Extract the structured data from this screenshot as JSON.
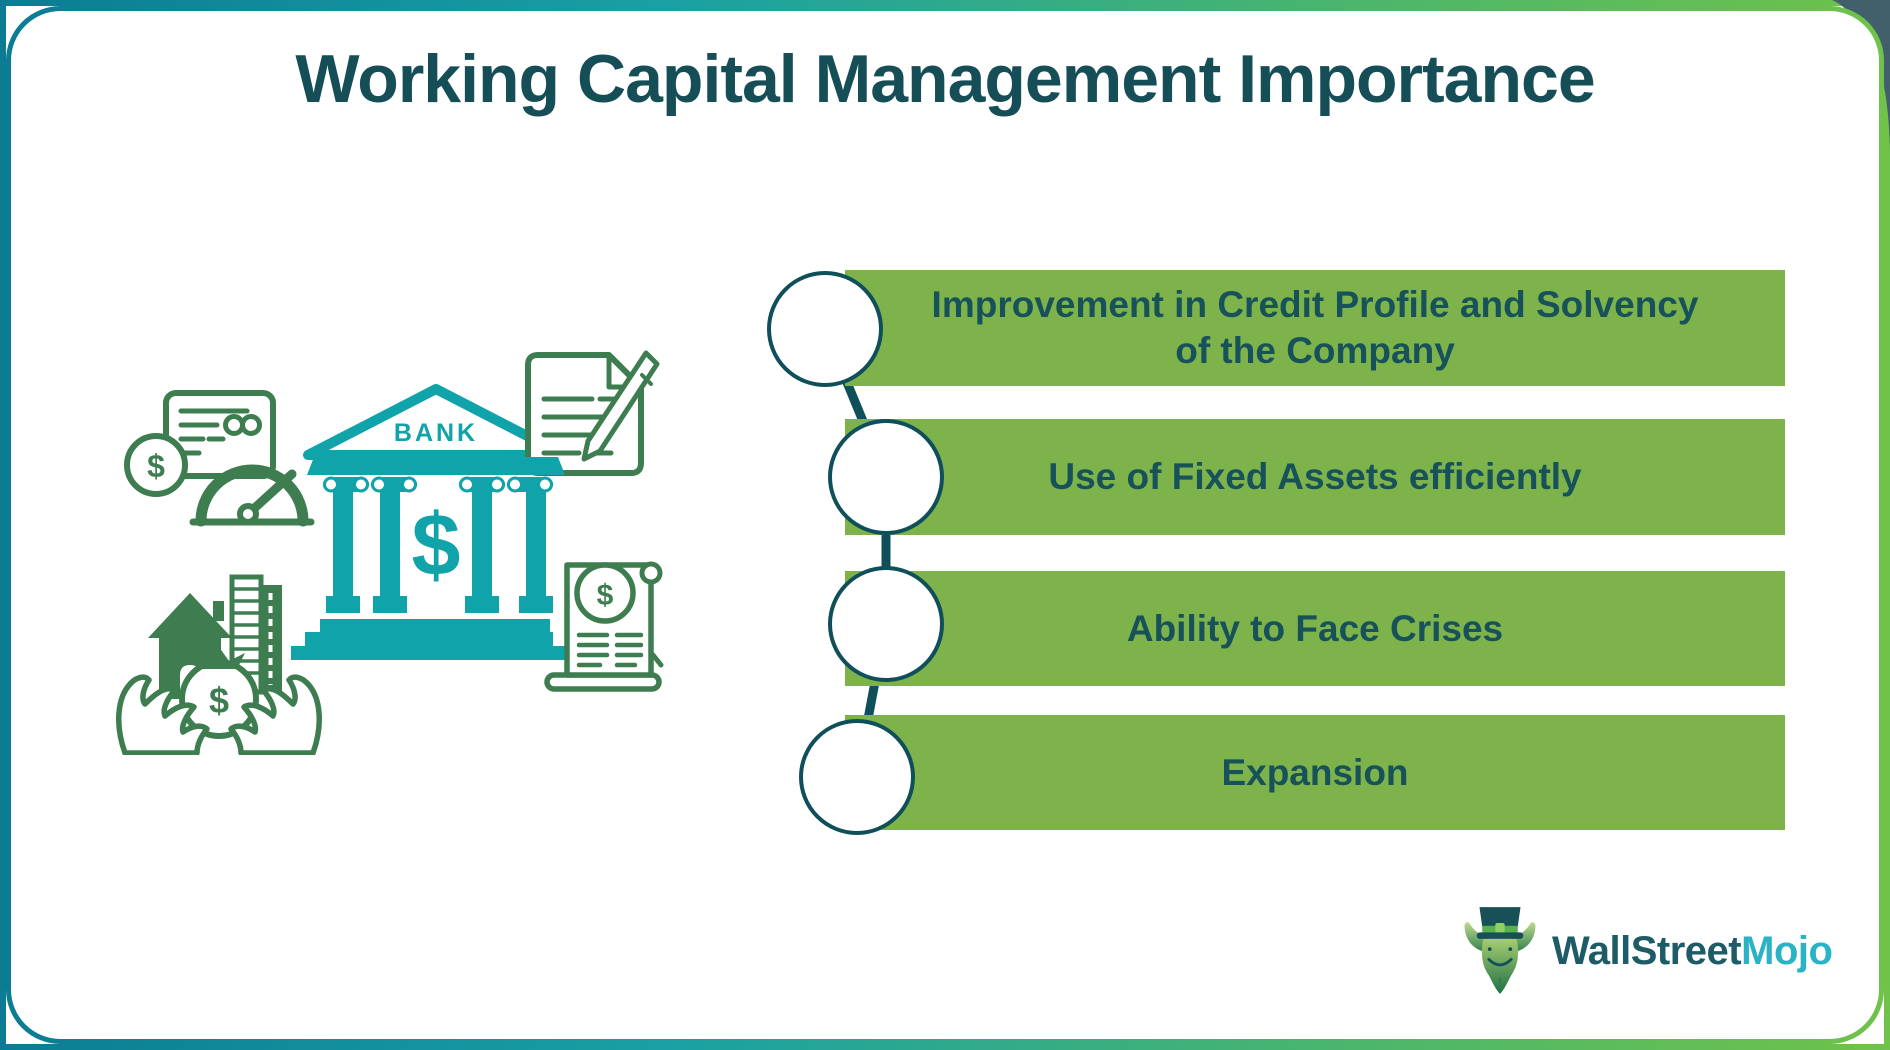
{
  "title": "Working Capital Management Importance",
  "colors": {
    "bank_teal": "#10a3a9",
    "icon_outline_green": "#3e7d50",
    "bar_green": "#7eb34b",
    "text_dark_teal": "#17525a",
    "connector_dark_teal": "#0f4f5a",
    "border_gradient_start": "#0b7c93",
    "border_gradient_end": "#6fc24a",
    "corner_backdrop_dark": "#42606c",
    "logo_dark": "#1d5b66",
    "logo_cyan": "#2ab2c5"
  },
  "importance_items": [
    {
      "lines": [
        "Improvement in Credit Profile and Solvency",
        "of the Company"
      ]
    },
    {
      "lines": [
        "Use of Fixed Assets efficiently"
      ]
    },
    {
      "lines": [
        "Ability to Face Crises"
      ]
    },
    {
      "lines": [
        "Expansion"
      ]
    }
  ],
  "illustration": {
    "bank_label": "BANK",
    "dollar": "$",
    "icons": [
      "bank-icon",
      "check-document-icon",
      "infinity-icon",
      "dollar-coin-icon",
      "gauge-icon",
      "contract-signing-icon",
      "pen-icon",
      "house-icon",
      "buildings-icon",
      "money-bag-icon",
      "hands-icon",
      "receipt-icon"
    ]
  },
  "logo": {
    "text_primary": "WallStreet",
    "text_secondary": "Mojo"
  }
}
